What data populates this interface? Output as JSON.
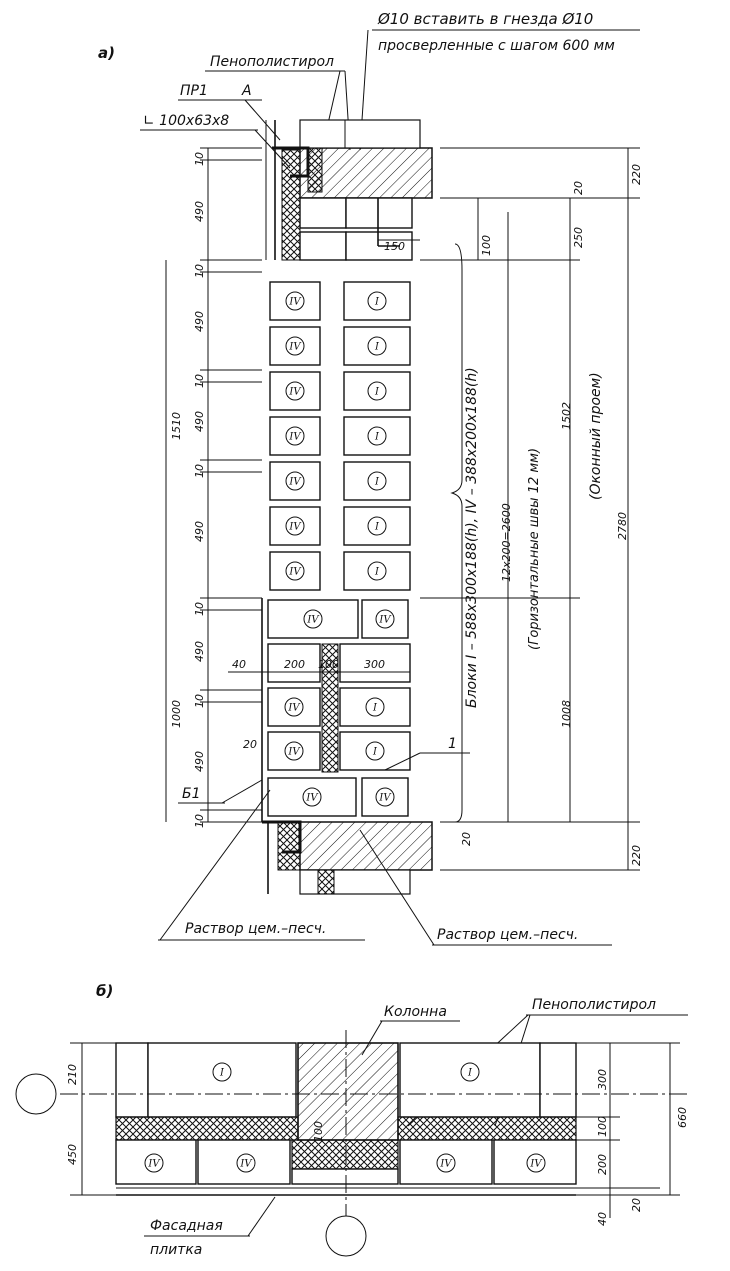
{
  "section_a": {
    "marker": "а)",
    "note_line1": "Ø10 вставить в гнезда Ø10",
    "note_line2": "просверленные с шагом 600 мм",
    "label_foam": "Пенополистирол",
    "label_pr1": "ПР1",
    "label_a": "А",
    "label_angle": "∟ 100x63x8",
    "label_b1": "Б1",
    "label_1": "1",
    "label_mortar_left": "Раствор цем.–песч.",
    "label_mortar_right": "Раствор цем.–песч.",
    "vtext_blocks": "Блоки I – 588x300x188(h), IV – 388x200x188(h)",
    "vtext_seams": "(Горизонтальные швы 12 мм)",
    "vtext_sum": "12x200=2600",
    "vtext_window": "(Оконный проем)",
    "left_dims": [
      "10",
      "490",
      "10",
      "490",
      "10",
      "490",
      "10",
      "490",
      "10",
      "490",
      "10",
      "490",
      "10"
    ],
    "left_totals": [
      "1510",
      "1000"
    ],
    "right_dims": [
      "220",
      "20",
      "250",
      "100",
      "150",
      "1502",
      "2780",
      "1008",
      "20",
      "220"
    ],
    "block_dims": [
      "40",
      "200",
      "100",
      "300",
      "20"
    ],
    "block_roman_left": "IV",
    "block_roman_right": "I"
  },
  "section_b": {
    "marker": "б)",
    "label_column": "Колонна",
    "label_foam": "Пенополистирол",
    "label_facade_1": "Фасадная",
    "label_facade_2": "плитка",
    "left_dims": [
      "210",
      "450"
    ],
    "right_dims": [
      "300",
      "100",
      "200",
      "40",
      "20",
      "660"
    ],
    "center_dim": "100",
    "roman": [
      "I",
      "I",
      "IV",
      "IV",
      "IV",
      "IV"
    ]
  }
}
